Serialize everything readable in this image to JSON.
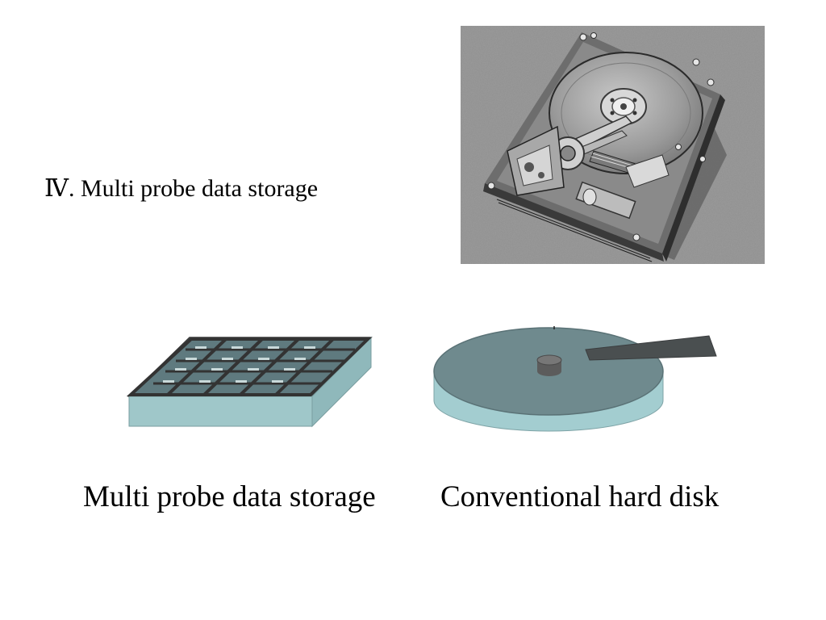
{
  "slide": {
    "heading_numeral": "Ⅳ",
    "heading_text": ". Multi probe data storage"
  },
  "photo": {
    "subject": "hard-disk-drive-photo",
    "tone": "grayscale"
  },
  "illustrations": {
    "probe_array": {
      "icon": "multi-probe-array-icon",
      "colors": {
        "top": "#5f7a7f",
        "side": "#9fc7c9",
        "grid": "#3a3a3a"
      }
    },
    "hard_disk": {
      "icon": "hard-disk-platter-icon",
      "colors": {
        "platter_top": "#6f8a8e",
        "platter_side": "#a3cdd0",
        "arm": "#4a4f50",
        "spindle": "#6a6a6a"
      }
    }
  },
  "captions": {
    "left": "Multi probe data storage",
    "right": "Conventional hard disk"
  }
}
